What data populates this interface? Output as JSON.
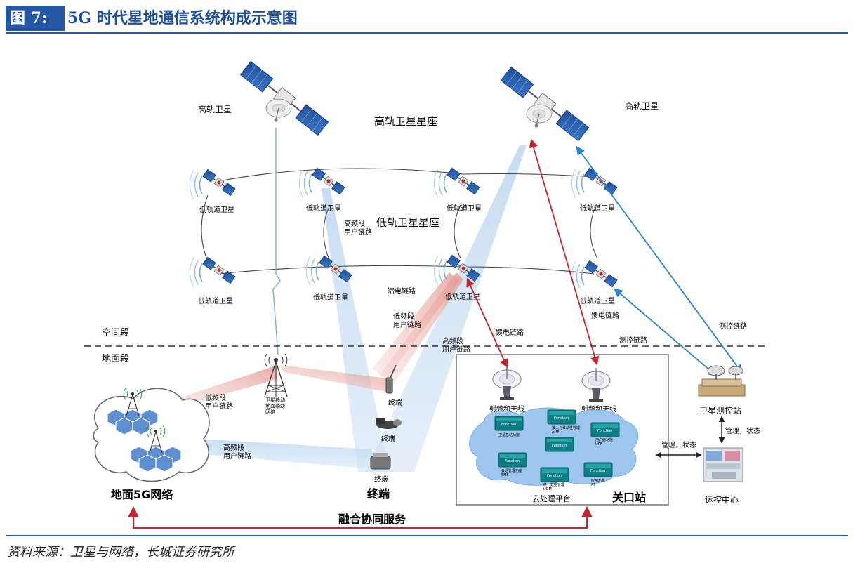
{
  "header": {
    "figure_number": "图 7:",
    "title": "5G 时代星地通信系统构成示意图"
  },
  "labels": {
    "geo_left": "高轨卫星",
    "geo_right": "高轨卫星",
    "geo_constellation": "高轨卫星星座",
    "leo": "低轨道卫星",
    "leo_constellation": "低轨卫星星座",
    "high_band_user_link": "高频段\n用户链路",
    "low_band_user_link": "低频段\n用户链路",
    "feeder_link": "馈电链路",
    "tt_link": "测控链路",
    "space_segment": "空间段",
    "ground_segment": "地面段",
    "satellite_ground_station": "卫星移动\n地面辅助\n网络",
    "terminal": "终端",
    "terminal_big": "终端",
    "ground_5g": "地面5G网络",
    "rf_antenna": "射频和天线",
    "cloud_platform": "云处理平台",
    "gateway": "关口站",
    "tt_station": "卫星测控站",
    "ops_center": "运控中心",
    "mgmt_status": "管理，状态",
    "converged_service": "融合协同服务",
    "function_box": "Function",
    "fn_1": "卫星基站功能",
    "fn_2": "接入与移动性管理\nAMF",
    "fn_3": "用户面功能\nUPF",
    "fn_4": "会话管理功能\nSMF",
    "fn_5": "统一数据管理\nUDM",
    "fn_6": "应用功能\nAF"
  },
  "source": "资料来源：卫星与网络，长城证券研究所",
  "colors": {
    "accent": "#2457a6",
    "feeder_red": "#c0262c",
    "tt_blue": "#2b82c8",
    "beam_blue": "#a9c8ea",
    "beam_red": "#e8a7a0",
    "cloud": "#9cc6ee"
  }
}
